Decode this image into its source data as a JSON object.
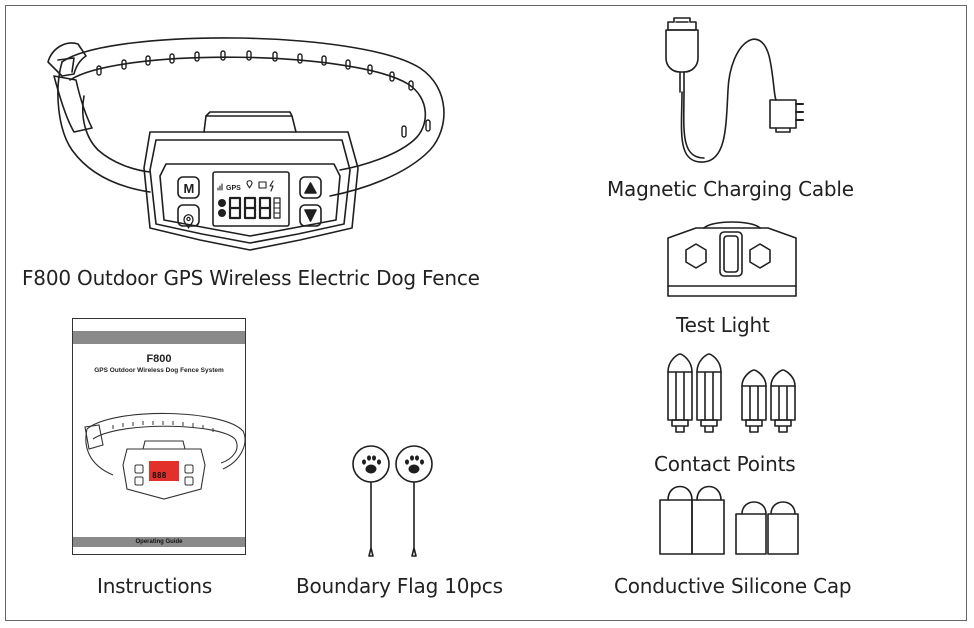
{
  "items": {
    "collar": {
      "caption": "F800 Outdoor GPS Wireless Electric Dog Fence"
    },
    "cable": {
      "caption": "Magnetic Charging Cable"
    },
    "test_light": {
      "caption": "Test Light"
    },
    "contact_points": {
      "caption": "Contact Points"
    },
    "instructions": {
      "caption": "Instructions"
    },
    "flags": {
      "caption": "Boundary Flag 10pcs"
    },
    "silicone_cap": {
      "caption": "Conductive Silicone Cap"
    }
  },
  "collar_display": {
    "gps_label": "GPS",
    "mode_key": "M",
    "digits": "888"
  },
  "manual": {
    "title": "F800",
    "subtitle": "GPS Outdoor Wireless Dog Fence System",
    "footer": "Operating Guide"
  },
  "colors": {
    "line": "#1f1f1f",
    "frame": "#666666",
    "band": "#8a8a8a",
    "lcd_red": "#e2312b"
  }
}
